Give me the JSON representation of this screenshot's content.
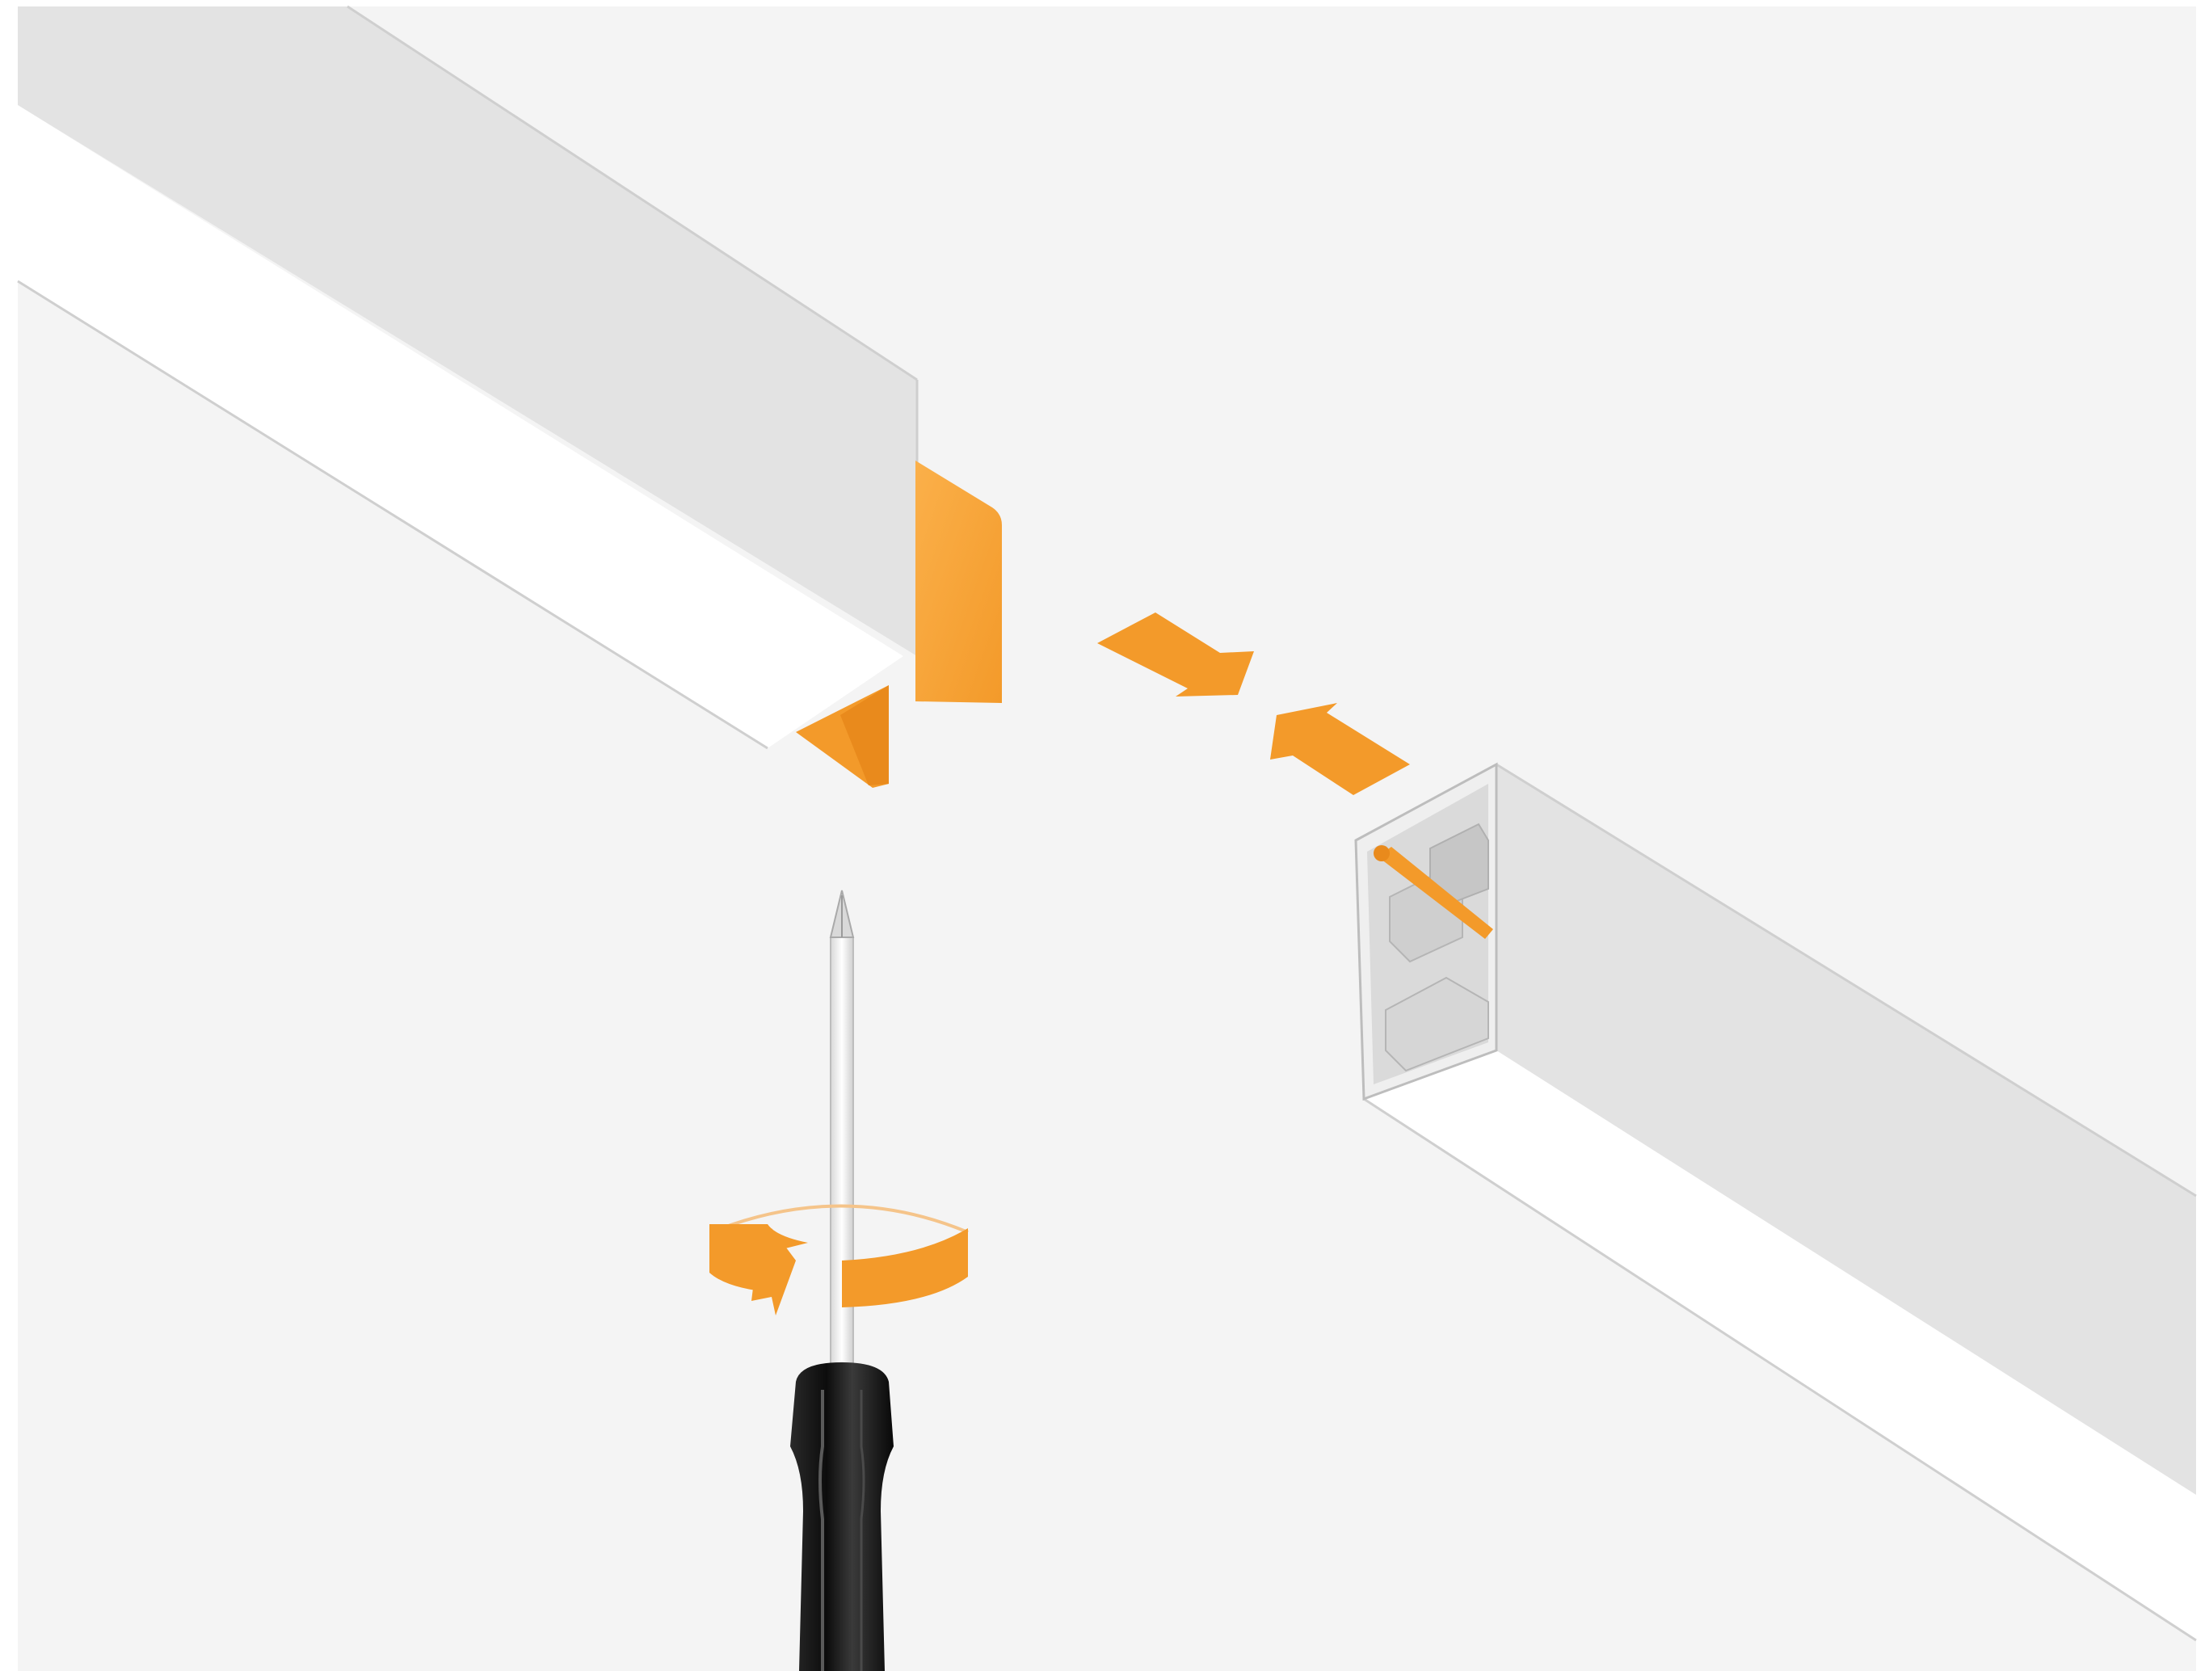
{
  "diagram": {
    "kind": "installation-step-illustration",
    "colors": {
      "background": "#f4f4f4",
      "frame": "#ffffff",
      "profile_side": "#e3e3e3",
      "profile_top": "#e9e9e9",
      "diffuser": "#ffffff",
      "outline": "#cfcfcf",
      "accent": "#f39a2a",
      "accent_light": "#fbb04a",
      "end_cap_interior": "#dadada",
      "screwdriver_handle": "#141414",
      "screwdriver_shaft": "#f2f2f2"
    },
    "components": [
      {
        "id": "left-profile",
        "icon": "led-linear-profile"
      },
      {
        "id": "connector-plate",
        "icon": "joint-connector"
      },
      {
        "id": "right-profile",
        "icon": "led-linear-profile-open-end"
      },
      {
        "id": "join-arrows",
        "icon": "push-together-arrows"
      },
      {
        "id": "screwdriver",
        "icon": "phillips-screwdriver"
      },
      {
        "id": "rotation-arrow",
        "icon": "clockwise-rotation-arrow"
      }
    ]
  }
}
